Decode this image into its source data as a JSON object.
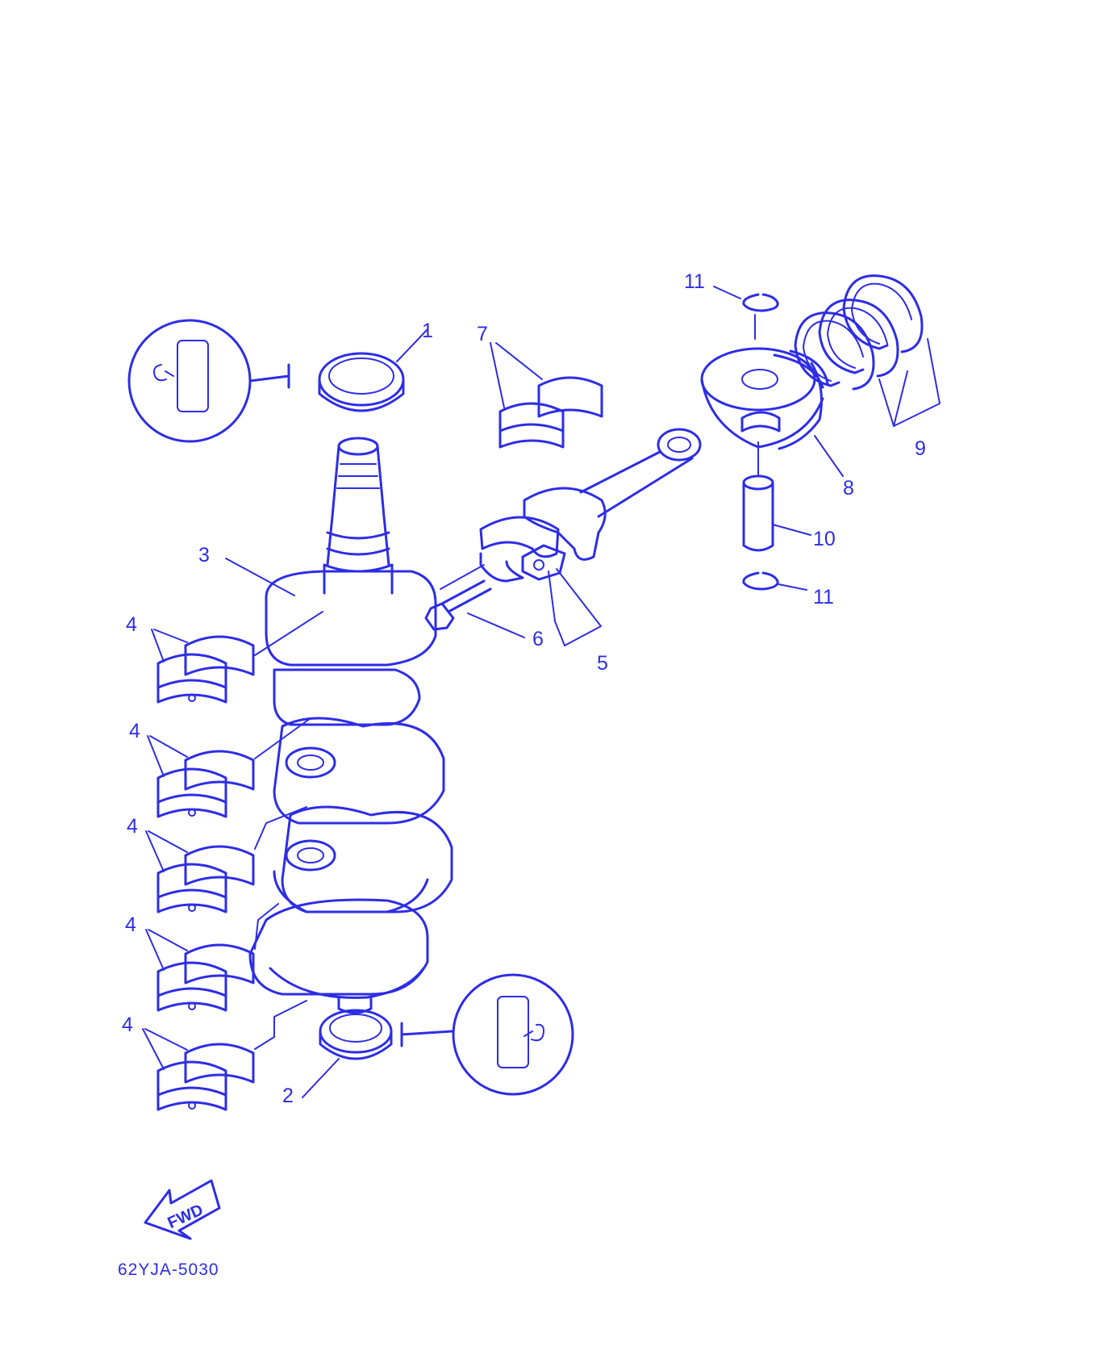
{
  "colors": {
    "line": "#2d2de6",
    "background": "#ffffff"
  },
  "callouts": {
    "c1": "1",
    "c2": "2",
    "c3": "3",
    "c4a": "4",
    "c4b": "4",
    "c4c": "4",
    "c4d": "4",
    "c4e": "4",
    "c5": "5",
    "c6": "6",
    "c7": "7",
    "c8": "8",
    "c9": "9",
    "c10": "10",
    "c11a": "11",
    "c11b": "11"
  },
  "fwd_label": "FWD",
  "diagram_code": "62YJA-5030"
}
